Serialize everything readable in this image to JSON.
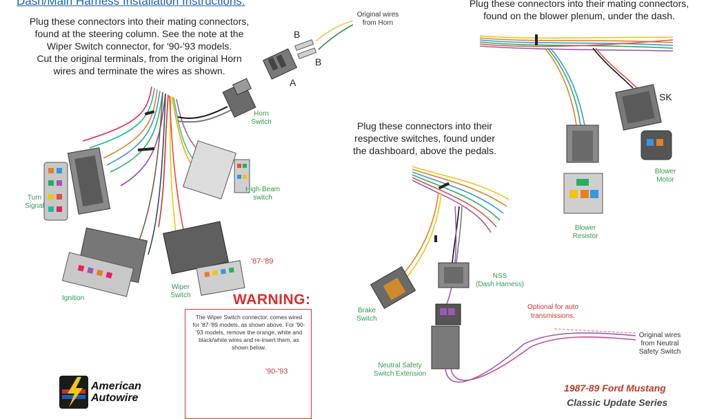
{
  "header": {
    "title": "Dash/Main Harness Installation Instructions:"
  },
  "instructions": {
    "steering_column": [
      "Plug these connectors into their mating connectors,",
      "found at the steering column. See the note at the",
      "Wiper Switch connector, for '90-'93 models.",
      "Cut the original terminals, from the original Horn",
      "wires and terminate the wires as shown."
    ],
    "blower_plenum": [
      "Plug these connectors into their mating connectors,",
      "found on the blower plenum, under the dash."
    ],
    "dashboard_pedals": [
      "Plug these connectors into their",
      "respective switches, found under",
      "the dashboard, above the pedals."
    ]
  },
  "labels": {
    "horn_original_wires": [
      "Original wires",
      "from Horn"
    ],
    "horn_switch": [
      "Horn",
      "Switch"
    ],
    "letter_a": "A",
    "letter_b_top": "B",
    "letter_b_bottom": "B",
    "turn_signal": [
      "Turn",
      "Signal"
    ],
    "high_beam": [
      "High-Beam",
      "switch"
    ],
    "ignition": "Ignition",
    "wiper_switch": [
      "Wiper",
      "Switch"
    ],
    "model_87_89": "'87-'89",
    "sk": "SK",
    "blower_motor": [
      "Blower",
      "Motor"
    ],
    "blower_resistor": [
      "Blower",
      "Resistor"
    ],
    "nss": [
      "NSS",
      "(Dash Harness)"
    ],
    "brake_switch": [
      "Brake",
      "Switch"
    ],
    "optional_auto": [
      "Optional for auto",
      "transmissions."
    ],
    "neutral_safety_original": [
      "Original wires",
      "from Neutral",
      "Safety Switch"
    ],
    "neutral_safety_ext": [
      "Neutral Safety",
      "Switch Extension"
    ]
  },
  "warning": {
    "heading": "WARNING:",
    "text": "The Wiper Switch connector, comes wired for '87-'89 models, as shown above. For '90-'93 models, remove the orange, white and black/white wires and re-insert them, as shown below.",
    "model_90_93": "'90-'93"
  },
  "brand": {
    "line1": "American",
    "line2": "Autowire"
  },
  "footer": {
    "title": "1987-89 Ford Mustang",
    "series": "Classic Update Series"
  },
  "colors": {
    "instruction_text": "#222222",
    "label_green": "#2e9a4a",
    "label_red": "#c0392b",
    "warning_red": "#d62f2f",
    "title_blue": "#1a5fb4",
    "connector_gray": "#8a8a8a",
    "connector_dark": "#5a5a5a"
  }
}
